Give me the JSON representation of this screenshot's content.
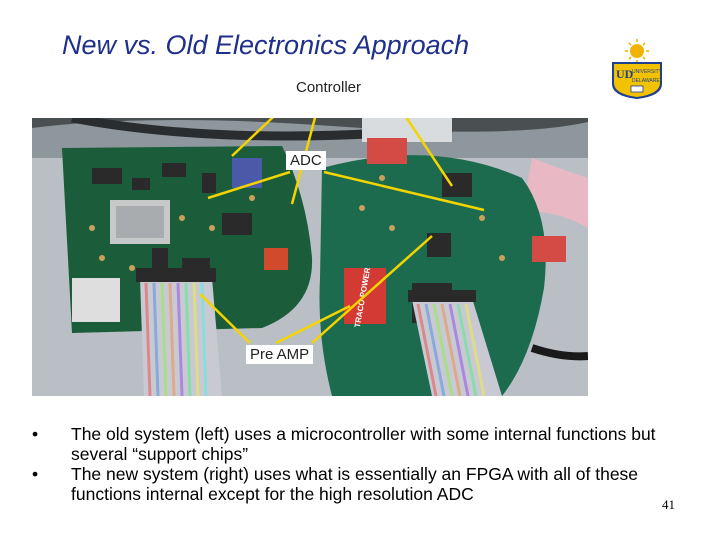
{
  "slide": {
    "title": "New vs. Old Electronics Approach",
    "page_number": "41",
    "logo": {
      "icon": "university-of-delaware-logo",
      "text": "UNIVERSITY OF DELAWARE",
      "accent": "#d9a300",
      "shield": "#1f3f8f"
    },
    "photo": {
      "labels": {
        "controller": "Controller",
        "adc": "ADC",
        "preamp": "Pre AMP"
      },
      "board_chip_text": "TRACO POWER",
      "colors": {
        "pointer": "#f3d400",
        "old_board": "#1b5d3a",
        "new_board": "#1d6b4e",
        "background": "#b9bfc4"
      }
    },
    "bullets": [
      "The old system (left) uses a microcontroller with some internal functions but several “support chips”",
      "The new system (right) uses what is essentially an FPGA with all of these functions internal except for the high resolution ADC"
    ]
  }
}
